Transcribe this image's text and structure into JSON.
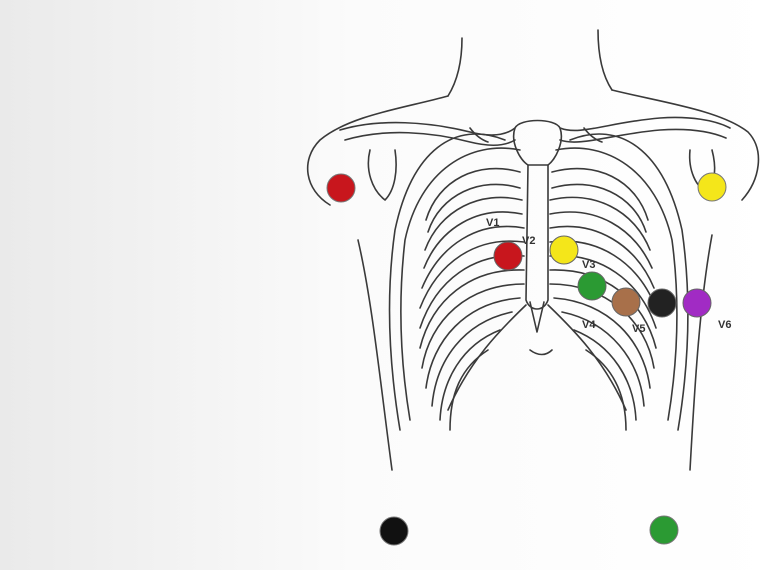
{
  "colors": {
    "line": "#3a3a3a",
    "background_left": "#ececec",
    "background_right": "#ffffff"
  },
  "chest_leads": [
    {
      "label": "V1",
      "color": "#c8161d",
      "icon": "electrode-dot"
    },
    {
      "label": "V2",
      "color": "#f4e61a",
      "icon": "electrode-dot"
    },
    {
      "label": "V3",
      "color": "#2b9a33",
      "icon": "electrode-dot"
    },
    {
      "label": "V4",
      "color": "#a8704a",
      "icon": "electrode-dot"
    },
    {
      "label": "V5",
      "color": "#222222",
      "icon": "electrode-dot"
    },
    {
      "label": "V6",
      "color": "#a12bc4",
      "icon": "electrode-dot"
    }
  ],
  "limb_leads": [
    {
      "site": "right-arm",
      "color": "#c8161d",
      "icon": "electrode-dot"
    },
    {
      "site": "left-arm",
      "color": "#f4e61a",
      "icon": "electrode-dot"
    },
    {
      "site": "right-leg",
      "color": "#111111",
      "icon": "electrode-dot"
    },
    {
      "site": "left-leg",
      "color": "#2b9a33",
      "icon": "electrode-dot"
    }
  ]
}
